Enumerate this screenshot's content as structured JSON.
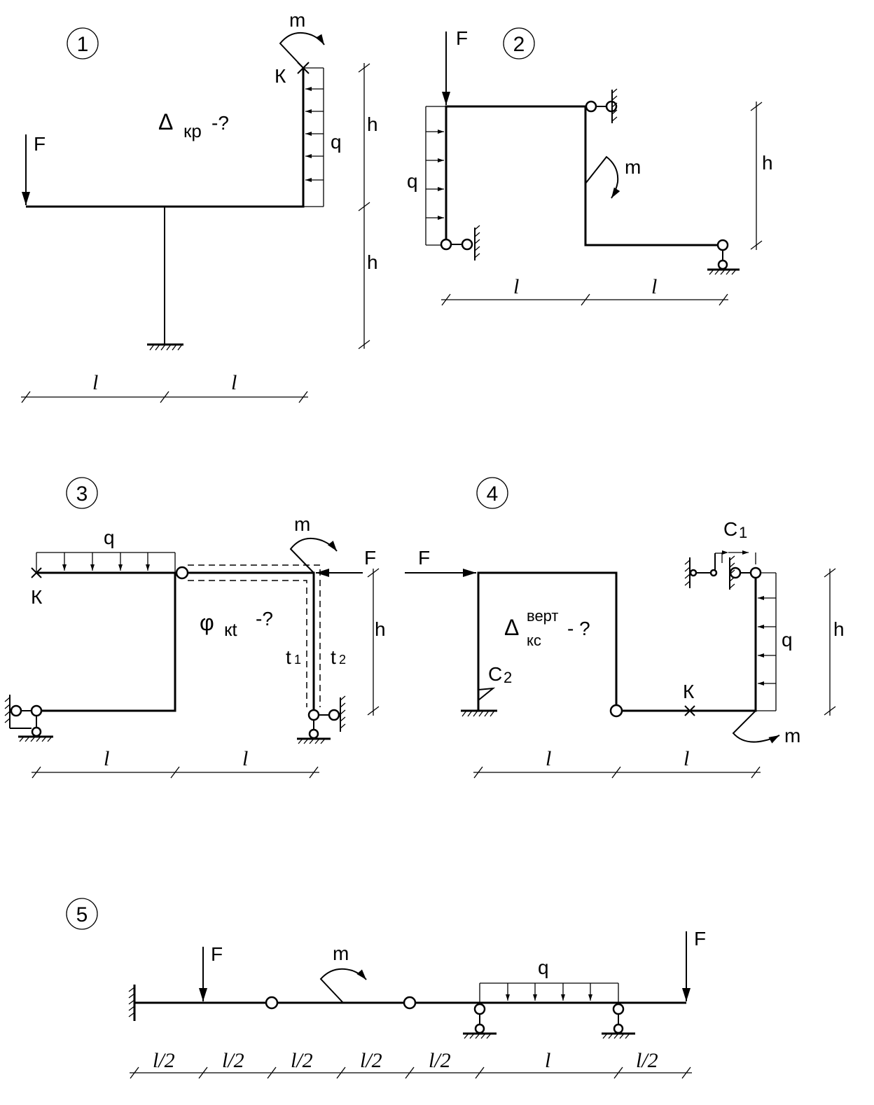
{
  "scheme_numbers": [
    "1",
    "2",
    "3",
    "4",
    "5"
  ],
  "labels": {
    "force": "F",
    "moment": "m",
    "distributed_load": "q",
    "height": "h",
    "span": "l",
    "half_span": "l/2",
    "point_K": "К",
    "delta": "Δ",
    "phi": "φ",
    "question": "-?",
    "question_spaced": "- ?",
    "sub_kp": "кр",
    "sub_kt": "кt",
    "sub_kc": "кс",
    "sup_vert": "верт",
    "settlement_letter": "C",
    "index_1": "1",
    "index_2": "2",
    "temperature_letter": "t"
  }
}
